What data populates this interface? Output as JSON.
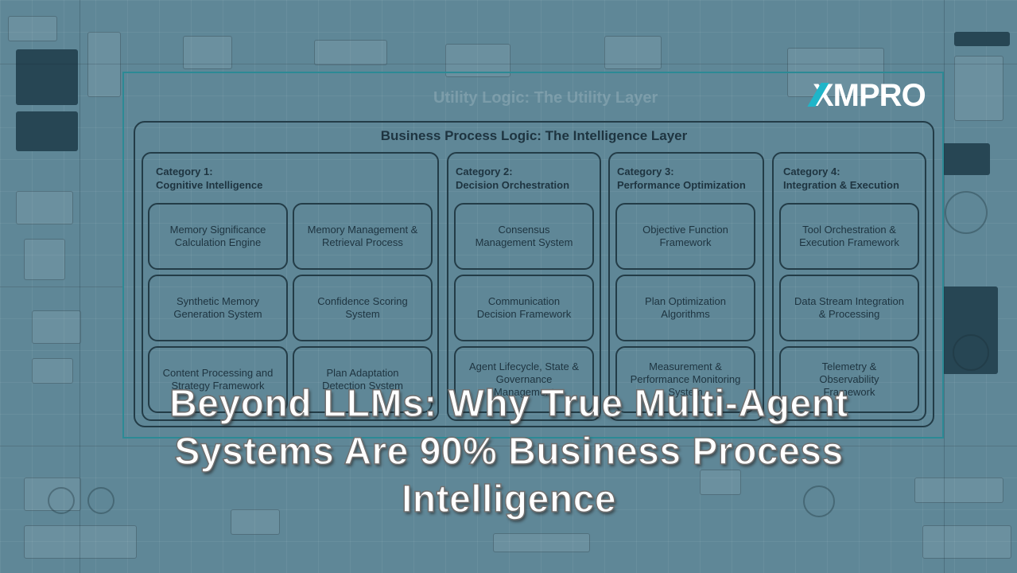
{
  "brand": {
    "logo_text": "XMPRO"
  },
  "ghost_text": "Utility Logic: The Utility Layer",
  "diagram": {
    "title": "Business Process Logic: The Intelligence Layer",
    "categories": [
      {
        "title": "Category 1:\nCognitive Intelligence",
        "cards": [
          "Memory Significance\nCalculation Engine",
          "Memory Management &\nRetrieval Process",
          "Synthetic Memory\nGeneration System",
          "Confidence Scoring\nSystem",
          "Content Processing and\nStrategy Framework",
          "Plan Adaptation\nDetection System"
        ]
      },
      {
        "title": "Category 2:\nDecision Orchestration",
        "cards": [
          "Consensus\nManagement System",
          "Communication\nDecision Framework",
          "Agent Lifecycle, State &\nGovernance\nManagement"
        ]
      },
      {
        "title": "Category 3:\nPerformance Optimization",
        "cards": [
          "Objective Function\nFramework",
          "Plan Optimization\nAlgorithms",
          "Measurement &\nPerformance Monitoring\nSystem"
        ]
      },
      {
        "title": "Category 4:\nIntegration & Execution",
        "cards": [
          "Tool Orchestration &\nExecution Framework",
          "Data Stream Integration\n& Processing",
          "Telemetry &\nObservability\nFramework"
        ]
      }
    ]
  },
  "headline": {
    "line1": "Beyond LLMs: Why True Multi-Agent",
    "line2": "Systems Are 90% Business Process",
    "line3": "Intelligence"
  },
  "colors": {
    "background": "#5f8797",
    "frame": "#2c8a95",
    "ink": "#1e3440",
    "logo_accent": "#1fb5c9"
  }
}
